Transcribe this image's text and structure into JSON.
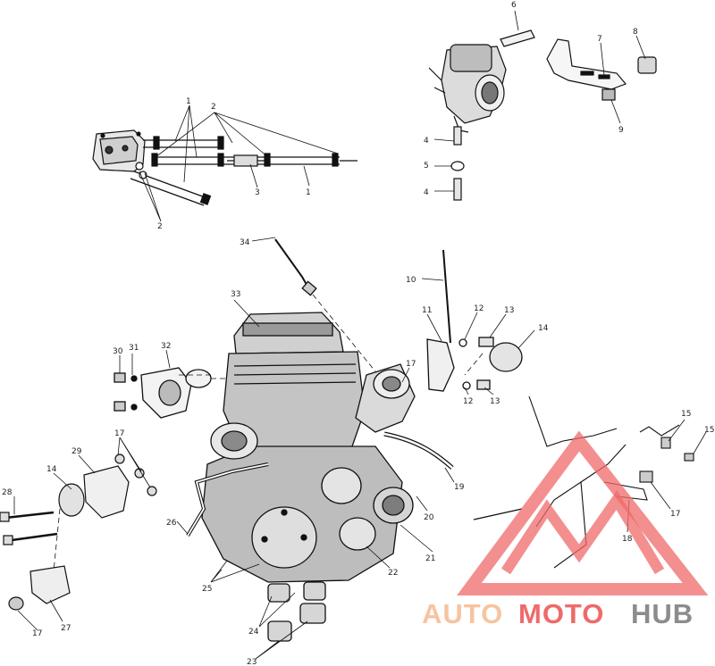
{
  "diagram": {
    "callouts": [
      {
        "id": "c1a",
        "text": "1"
      },
      {
        "id": "c2a",
        "text": "2"
      },
      {
        "id": "c2b",
        "text": "2"
      },
      {
        "id": "c3",
        "text": "3"
      },
      {
        "id": "c1b",
        "text": "1"
      },
      {
        "id": "c6",
        "text": "6"
      },
      {
        "id": "c7",
        "text": "7"
      },
      {
        "id": "c8",
        "text": "8"
      },
      {
        "id": "c9",
        "text": "9"
      },
      {
        "id": "c4a",
        "text": "4"
      },
      {
        "id": "c5",
        "text": "5"
      },
      {
        "id": "c4b",
        "text": "4"
      },
      {
        "id": "c34",
        "text": "34"
      },
      {
        "id": "c10",
        "text": "10"
      },
      {
        "id": "c11",
        "text": "11"
      },
      {
        "id": "c12a",
        "text": "12"
      },
      {
        "id": "c13a",
        "text": "13"
      },
      {
        "id": "c14a",
        "text": "14"
      },
      {
        "id": "c33",
        "text": "33"
      },
      {
        "id": "c30",
        "text": "30"
      },
      {
        "id": "c31",
        "text": "31"
      },
      {
        "id": "c32",
        "text": "32"
      },
      {
        "id": "c17a",
        "text": "17"
      },
      {
        "id": "c12b",
        "text": "12"
      },
      {
        "id": "c13b",
        "text": "13"
      },
      {
        "id": "c17b",
        "text": "17"
      },
      {
        "id": "c29",
        "text": "29"
      },
      {
        "id": "c14b",
        "text": "14"
      },
      {
        "id": "c28",
        "text": "28"
      },
      {
        "id": "c19",
        "text": "19"
      },
      {
        "id": "c15a",
        "text": "15"
      },
      {
        "id": "c15b",
        "text": "15"
      },
      {
        "id": "c26",
        "text": "26"
      },
      {
        "id": "c20",
        "text": "20"
      },
      {
        "id": "c17c",
        "text": "17"
      },
      {
        "id": "c18",
        "text": "18"
      },
      {
        "id": "c21",
        "text": "21"
      },
      {
        "id": "c22",
        "text": "22"
      },
      {
        "id": "c25",
        "text": "25"
      },
      {
        "id": "c27",
        "text": "27"
      },
      {
        "id": "c17d",
        "text": "17"
      },
      {
        "id": "c24",
        "text": "24"
      },
      {
        "id": "c23",
        "text": "23"
      }
    ]
  },
  "watermark": {
    "part1": "AUTO",
    "part2": "MOTO",
    "part3": "HUB",
    "color_light": "#f6c4a0",
    "color_red": "#ef6a6a",
    "color_gray": "#8c8c8c"
  }
}
